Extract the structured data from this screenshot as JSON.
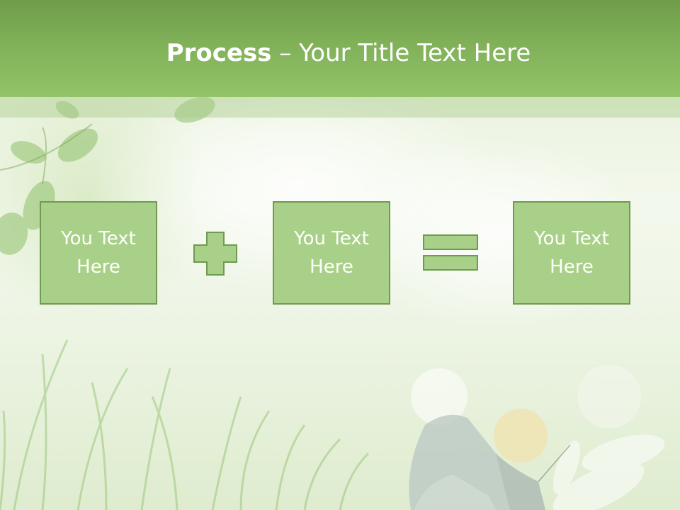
{
  "slide": {
    "title_bold": "Process",
    "title_rest": " – Your Title Text Here"
  },
  "process": {
    "boxes": [
      {
        "line1": "You Text",
        "line2": "Here"
      },
      {
        "line1": "You Text",
        "line2": "Here"
      },
      {
        "line1": "You Text",
        "line2": "Here"
      }
    ],
    "operators": [
      "plus-icon",
      "equals-icon"
    ]
  },
  "colors": {
    "header": "#80b058",
    "box_fill": "#a8d088",
    "box_border": "#6f9a4f",
    "text": "#ffffff"
  }
}
